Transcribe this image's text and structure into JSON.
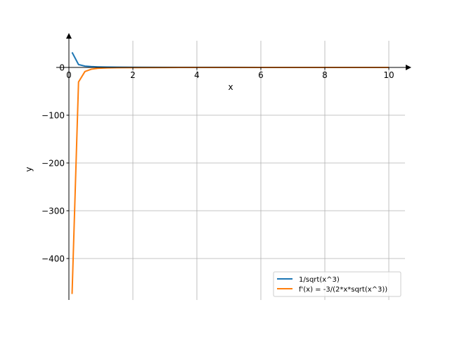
{
  "chart_data": {
    "type": "line",
    "title": "",
    "xlabel": "x",
    "ylabel": "y",
    "xlim": [
      0,
      10.5
    ],
    "ylim": [
      -487,
      56
    ],
    "grid": true,
    "legend_position": "bottom-right",
    "xticks": [
      0,
      2,
      4,
      6,
      8,
      10
    ],
    "xtick_labels": [
      "0",
      "2",
      "4",
      "6",
      "8",
      "10"
    ],
    "yticks": [
      0,
      -100,
      -200,
      -300,
      -400
    ],
    "ytick_labels": [
      "0",
      "−100",
      "−200",
      "−300",
      "−400"
    ],
    "x": [
      0.1,
      0.3,
      0.5,
      0.7,
      0.9,
      1.2,
      1.5,
      2,
      3,
      4,
      5,
      6,
      7,
      8,
      9,
      10
    ],
    "series": [
      {
        "name": "1/sqrt(x^3)",
        "color": "#1f77b4",
        "values": [
          31.62,
          6.09,
          2.83,
          1.71,
          1.17,
          0.76,
          0.54,
          0.35,
          0.19,
          0.125,
          0.089,
          0.068,
          0.054,
          0.044,
          0.037,
          0.032
        ]
      },
      {
        "name": "f'(x) = -3/(2*x*sqrt(x^3))",
        "color": "#ff7f0e",
        "values": [
          -474.3,
          -30.43,
          -8.49,
          -3.66,
          -1.95,
          -0.95,
          -0.54,
          -0.27,
          -0.096,
          -0.047,
          -0.027,
          -0.017,
          -0.012,
          -0.008,
          -0.006,
          -0.005
        ]
      }
    ]
  }
}
